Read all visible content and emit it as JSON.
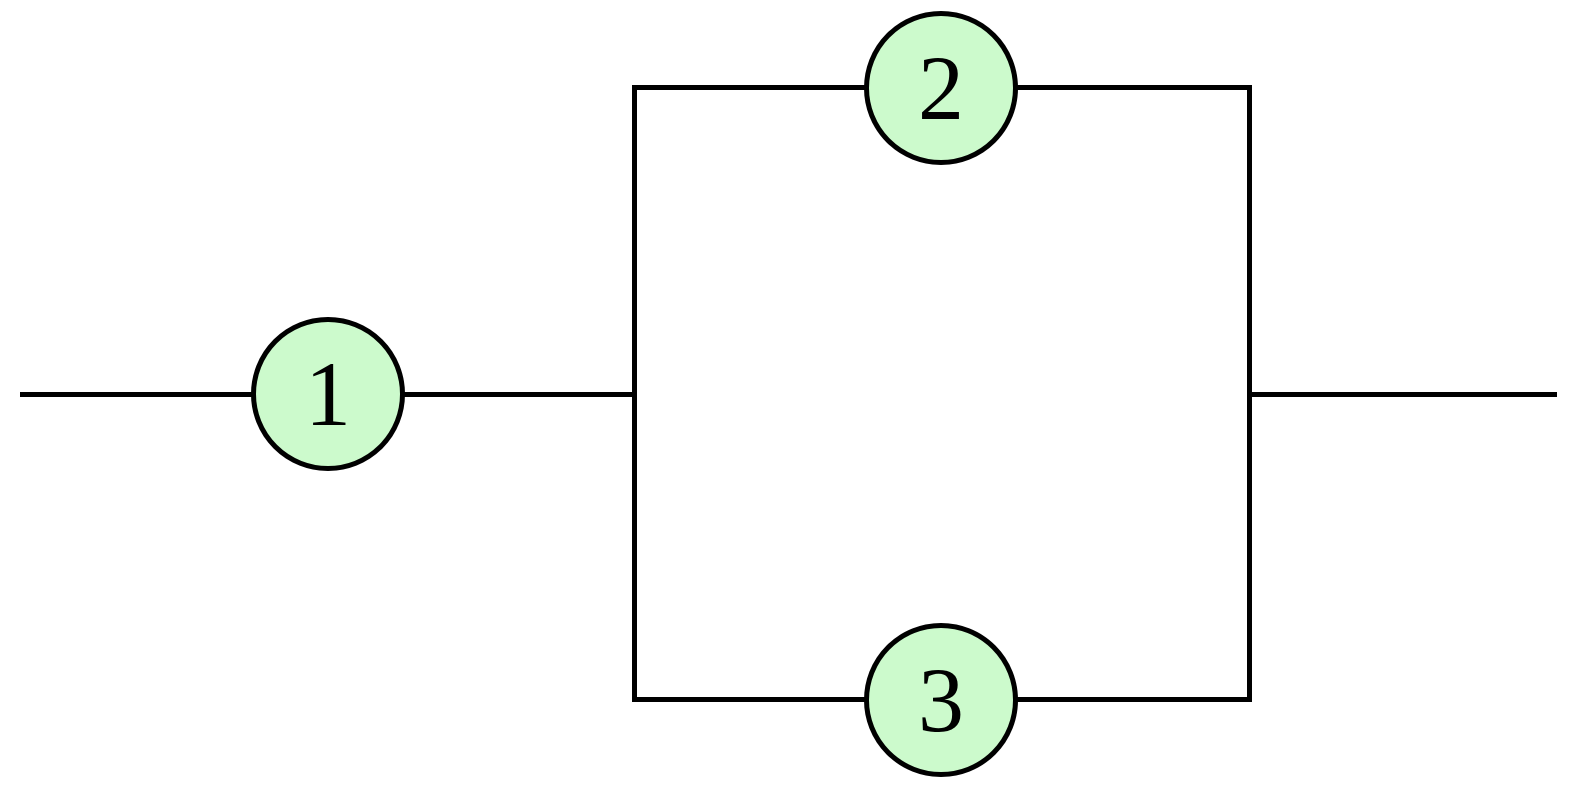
{
  "diagram": {
    "description": "Block diagram: component 1 in series with a parallel block of components 2 (top branch) and 3 (bottom branch)",
    "background_color": "#ffffff",
    "wire_color": "#000000",
    "node_style": {
      "fill_color": "#ccfacc",
      "border_color": "#000000",
      "label_color": "#000000"
    },
    "nodes": [
      {
        "label": "1",
        "role": "series-input"
      },
      {
        "label": "2",
        "role": "parallel-top-branch"
      },
      {
        "label": "3",
        "role": "parallel-bottom-branch"
      }
    ]
  }
}
